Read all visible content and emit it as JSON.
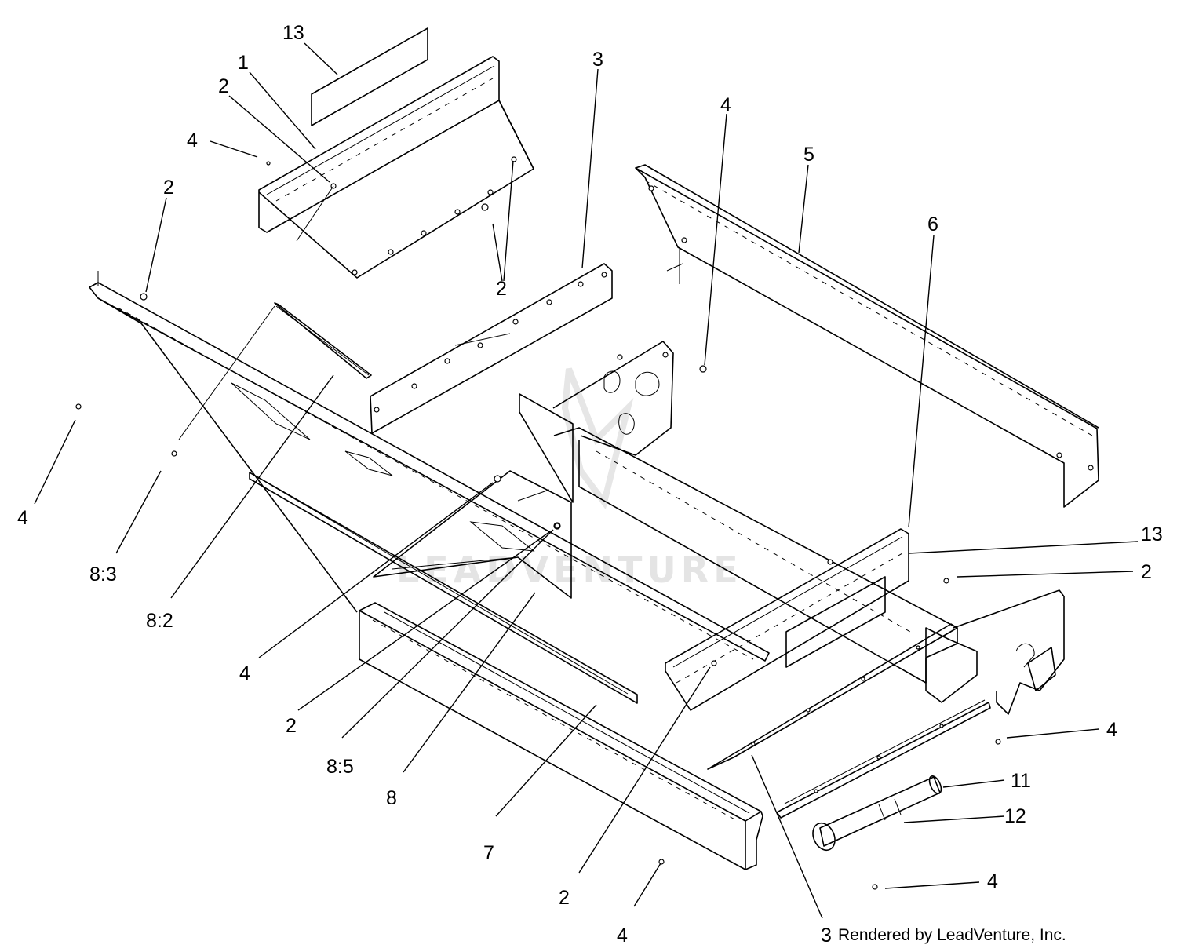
{
  "diagram": {
    "callouts": [
      {
        "id": "c-13-top",
        "text": "13"
      },
      {
        "id": "c-1",
        "text": "1"
      },
      {
        "id": "c-2-a",
        "text": "2"
      },
      {
        "id": "c-4-a",
        "text": "4"
      },
      {
        "id": "c-2-b",
        "text": "2"
      },
      {
        "id": "c-3-top",
        "text": "3"
      },
      {
        "id": "c-4-b",
        "text": "4"
      },
      {
        "id": "c-5",
        "text": "5"
      },
      {
        "id": "c-2-c",
        "text": "2"
      },
      {
        "id": "c-6",
        "text": "6"
      },
      {
        "id": "c-4-c",
        "text": "4"
      },
      {
        "id": "c-8-3",
        "text": "8:3"
      },
      {
        "id": "c-8-2",
        "text": "8:2"
      },
      {
        "id": "c-13-right",
        "text": "13"
      },
      {
        "id": "c-2-d",
        "text": "2"
      },
      {
        "id": "c-4-d",
        "text": "4"
      },
      {
        "id": "c-2-e",
        "text": "2"
      },
      {
        "id": "c-8-5",
        "text": "8:5"
      },
      {
        "id": "c-8",
        "text": "8"
      },
      {
        "id": "c-7",
        "text": "7"
      },
      {
        "id": "c-2-f",
        "text": "2"
      },
      {
        "id": "c-4-e",
        "text": "4"
      },
      {
        "id": "c-3-bottom",
        "text": "3"
      },
      {
        "id": "c-4-f",
        "text": "4"
      },
      {
        "id": "c-11",
        "text": "11"
      },
      {
        "id": "c-12",
        "text": "12"
      },
      {
        "id": "c-4-g",
        "text": "4"
      }
    ],
    "credit": "Rendered by LeadVenture, Inc.",
    "watermark": "LEADVENTURE"
  }
}
